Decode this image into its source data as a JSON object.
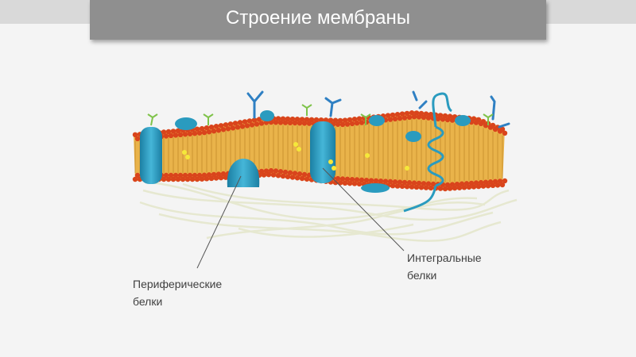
{
  "title": "Строение мембраны",
  "labels": {
    "peripheral": "Периферические белки",
    "integral": "Интегральные белки"
  },
  "colors": {
    "title_box": "#8f8f8f",
    "lipid_head": "#d9441c",
    "lipid_tail": "#e8b84a",
    "protein": "#2a9bbf",
    "glycan": "#1e7fbf",
    "cytoskeleton": "#ecefd6"
  }
}
